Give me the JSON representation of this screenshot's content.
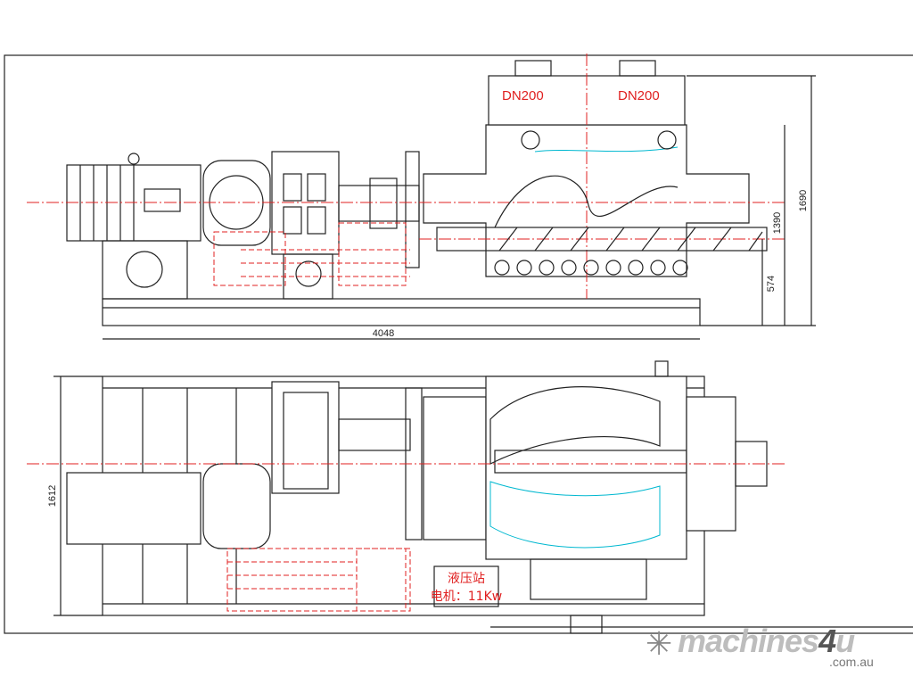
{
  "drawing": {
    "nozzle_labels": [
      "DN200",
      "DN200"
    ],
    "dimensions": {
      "overall_length": "4048",
      "overall_height": "1690",
      "shaft_height": "1390",
      "base_height": "574",
      "plan_width": "1612"
    },
    "hydraulic_station": {
      "title": "液压站",
      "motor": "电机：11Kw"
    }
  },
  "watermark": {
    "brand": "machines4u",
    "domain": ".com.au"
  },
  "colors": {
    "outline": "#222222",
    "hidden": "#e02020",
    "cyan": "#00b8d0"
  }
}
